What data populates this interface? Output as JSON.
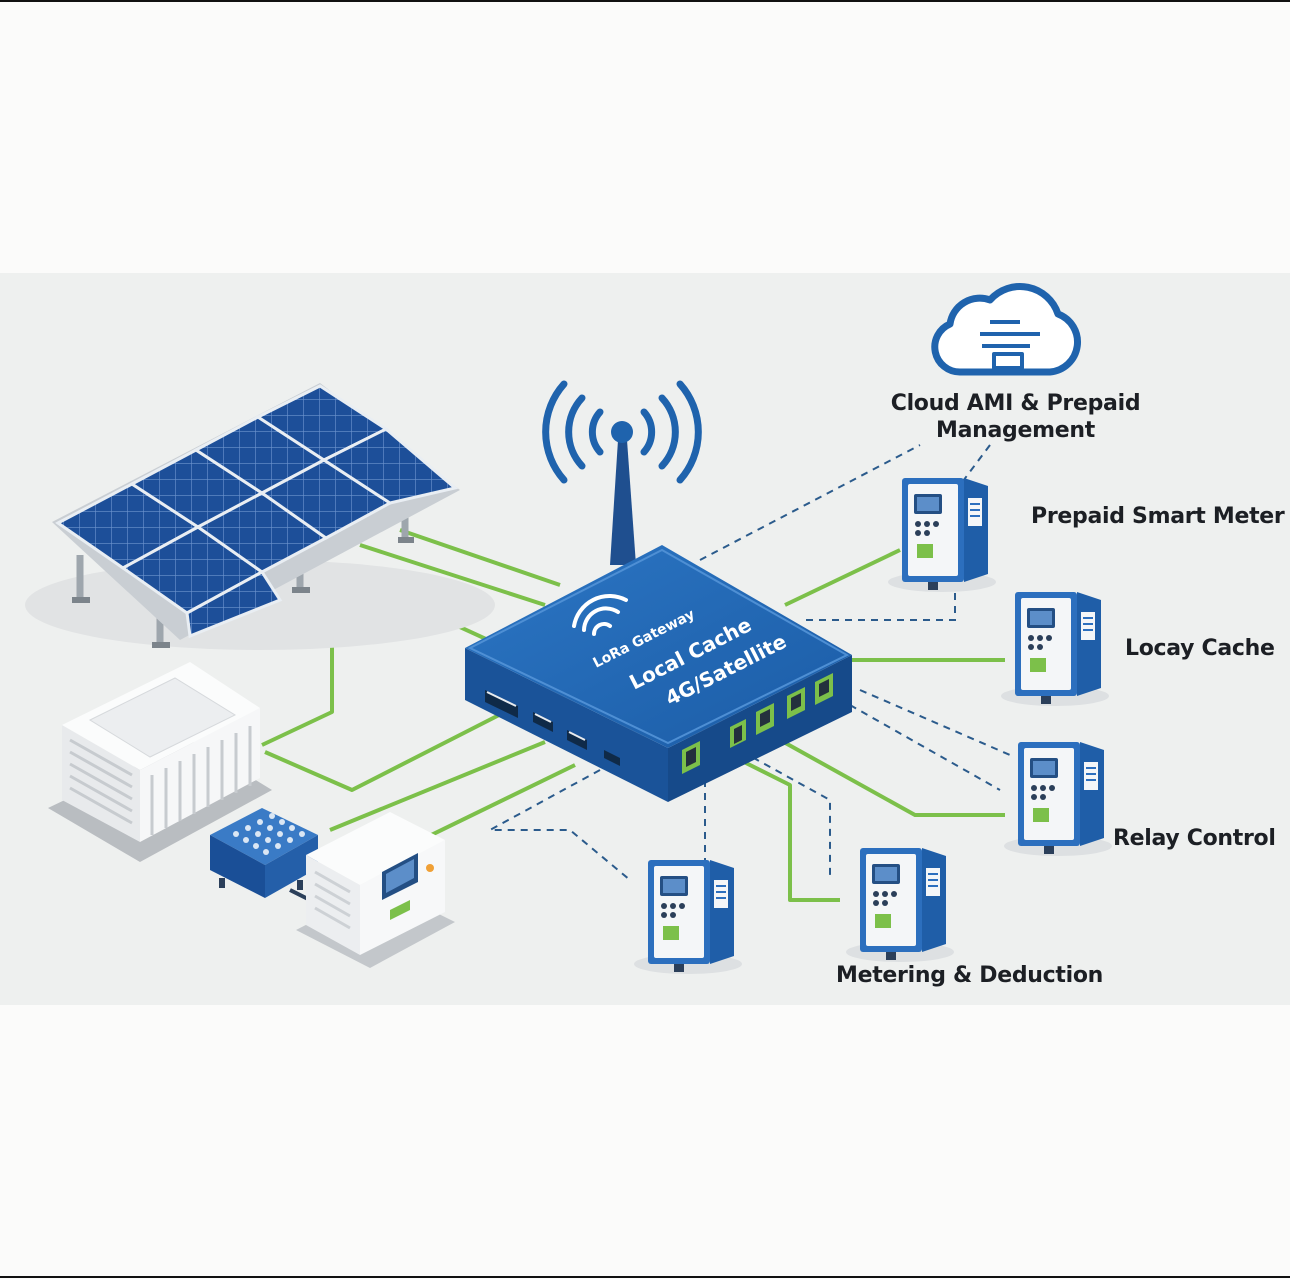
{
  "gateway": {
    "line1": "LoRa Gateway",
    "line2": "Local Cache",
    "line3": "4G/Satellite"
  },
  "labels": {
    "cloud": "Cloud AMI & Prepaid\nManagement",
    "cloud_line1": "Cloud AMI & Prepaid",
    "cloud_line2": "Management",
    "prepaid_meter": "Prepaid Smart Meter",
    "local_cache": "Locay Cache",
    "relay_control": "Relay Control",
    "metering": "Metering & Deduction"
  },
  "colors": {
    "gateway_blue": "#1f63ad",
    "link_green": "#7cc04a",
    "dashed_link": "#2b5b8c",
    "panel_blue": "#1d4f99",
    "meter_screen_green": "#7cc04a"
  }
}
